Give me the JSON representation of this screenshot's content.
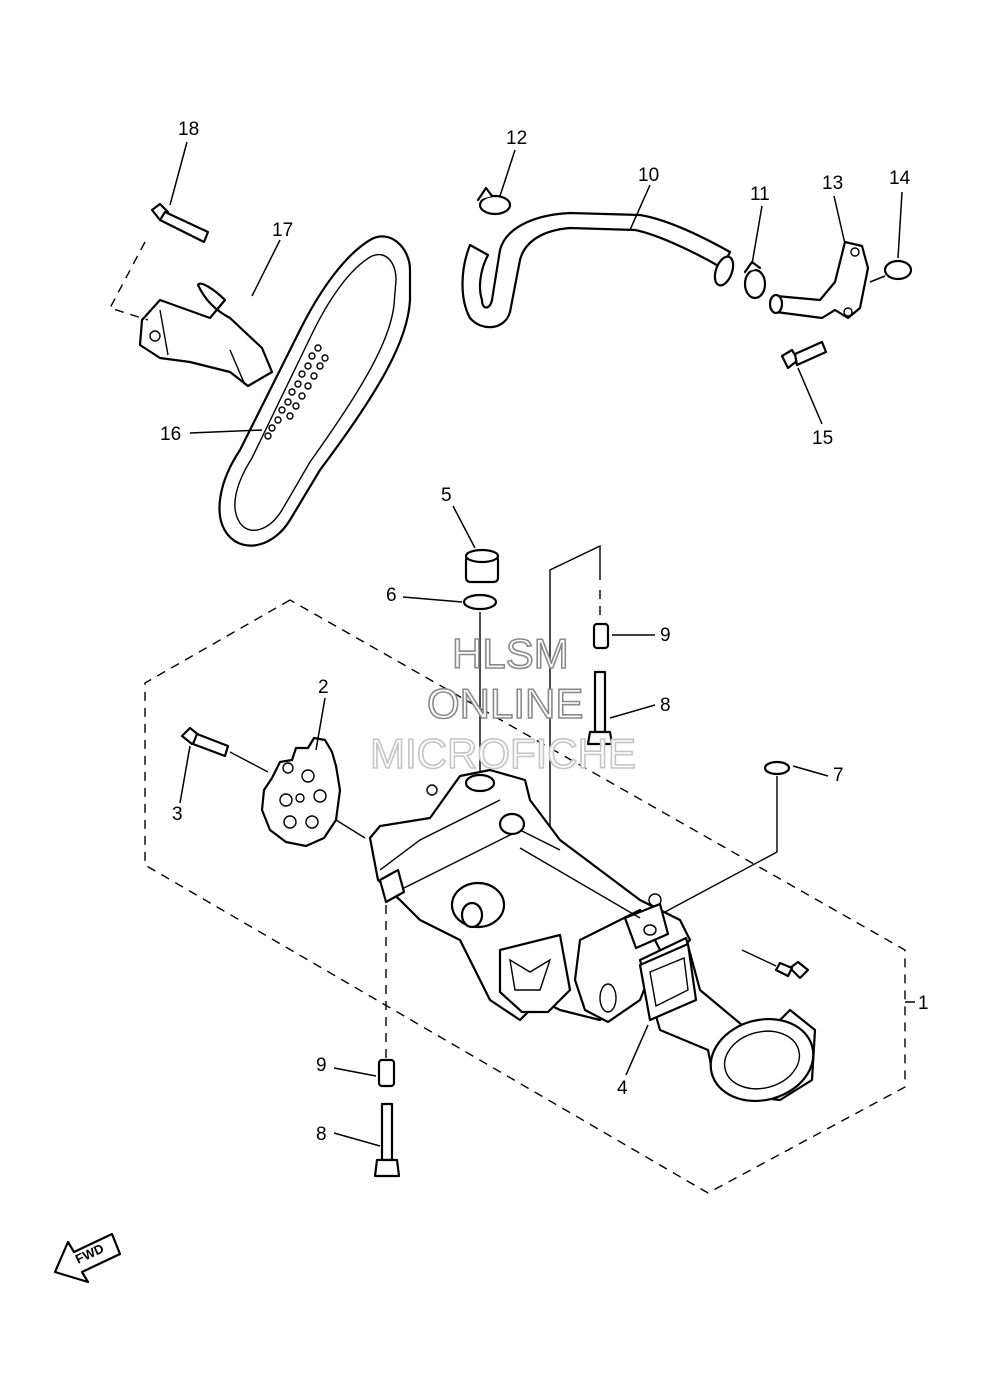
{
  "callouts": {
    "c1": "1",
    "c2": "2",
    "c3": "3",
    "c4": "4",
    "c5": "5",
    "c6": "6",
    "c7": "7",
    "c8a": "8",
    "c8b": "8",
    "c9a": "9",
    "c9b": "9",
    "c10": "10",
    "c11": "11",
    "c12": "12",
    "c13": "13",
    "c14": "14",
    "c15": "15",
    "c16": "16",
    "c17": "17",
    "c18": "18"
  },
  "watermark": {
    "line1": "HLSM",
    "line2": "ONLINE",
    "line3": "MICROFICHE"
  },
  "badge": {
    "label": "FWD"
  }
}
